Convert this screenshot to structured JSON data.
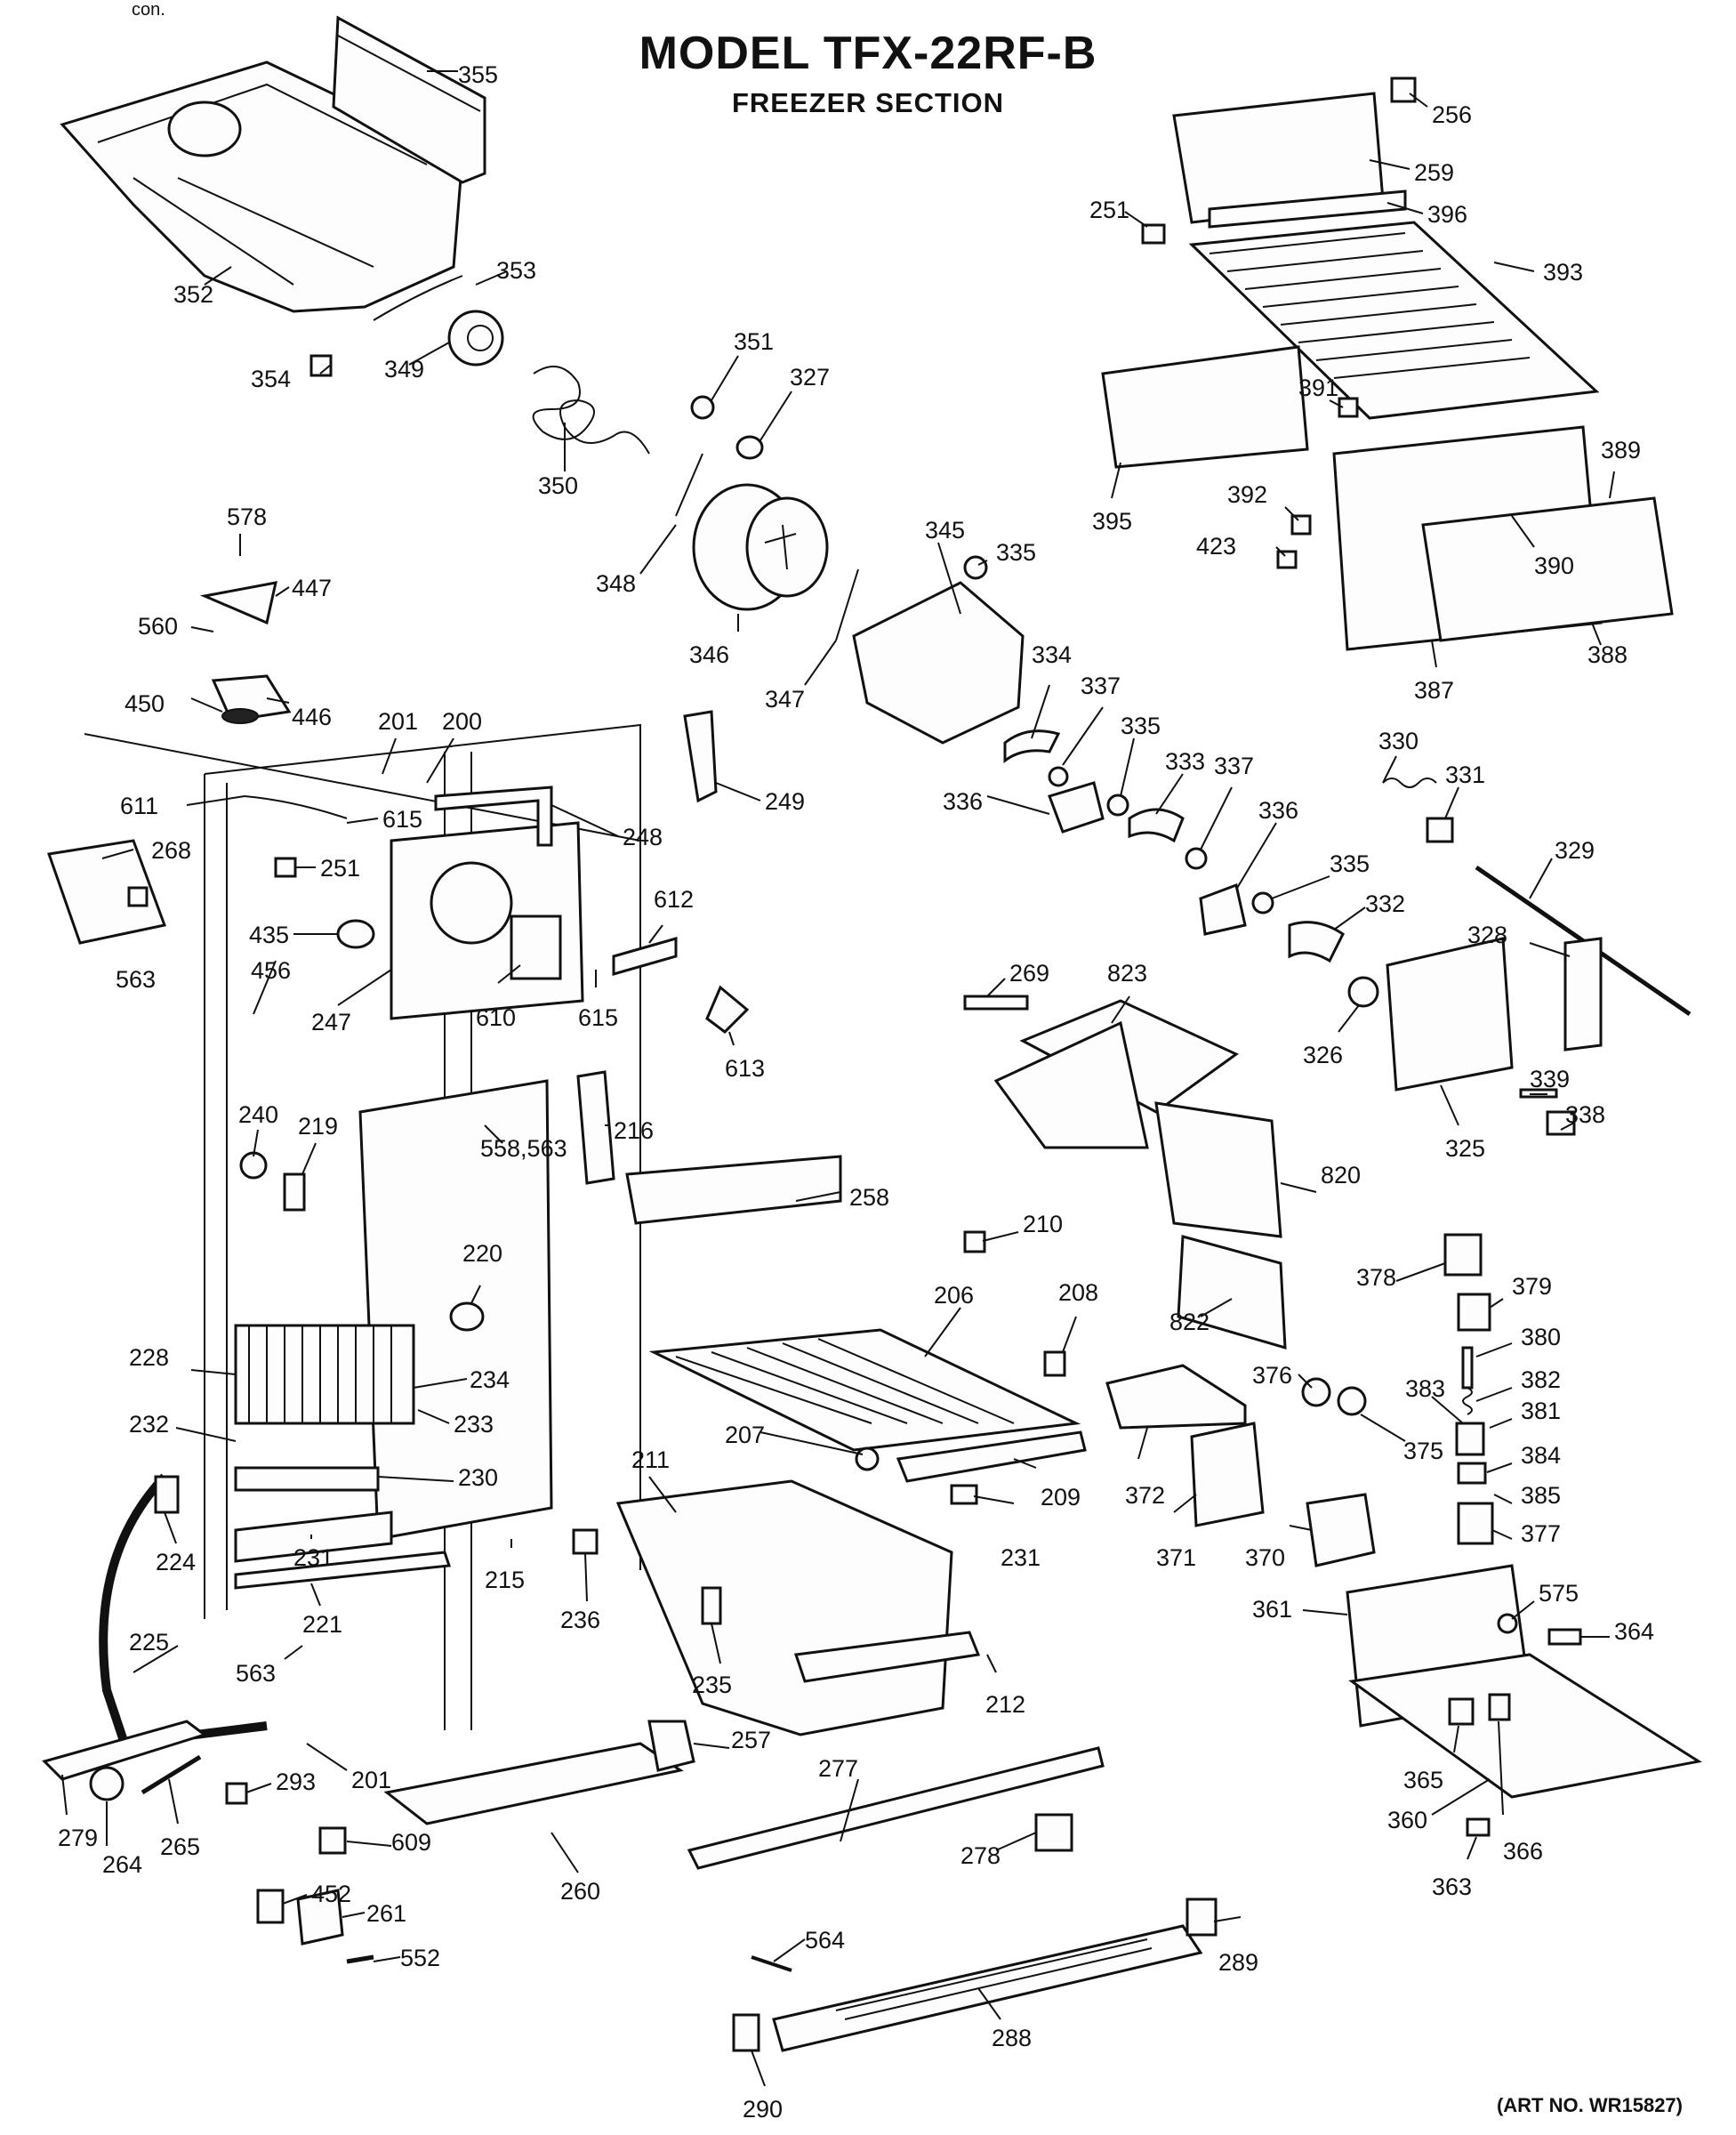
{
  "header": {
    "corner_left": "con.",
    "title": "MODEL TFX-22RF-B",
    "subtitle": "FREEZER SECTION"
  },
  "footer": {
    "art_no": "(ART NO. WR15827)"
  },
  "callouts": [
    "355",
    "352",
    "353",
    "354",
    "349",
    "350",
    "351",
    "327",
    "348",
    "346",
    "347",
    "345",
    "335",
    "256",
    "259",
    "251",
    "396",
    "393",
    "391",
    "395",
    "392",
    "423",
    "389",
    "390",
    "387",
    "388",
    "578",
    "447",
    "560",
    "446",
    "450",
    "201",
    "200",
    "611",
    "615",
    "268",
    "563",
    "251",
    "435",
    "456",
    "247",
    "610",
    "615",
    "612",
    "613",
    "248",
    "249",
    "334",
    "337",
    "336",
    "335",
    "333",
    "337",
    "336",
    "335",
    "332",
    "330",
    "331",
    "329",
    "328",
    "326",
    "325",
    "339",
    "338",
    "269",
    "823",
    "820",
    "822",
    "240",
    "219",
    "558,563",
    "216",
    "258",
    "220",
    "228",
    "234",
    "233",
    "232",
    "230",
    "224",
    "231",
    "215",
    "221",
    "225",
    "563",
    "236",
    "210",
    "208",
    "206",
    "207",
    "209",
    "231",
    "211",
    "235",
    "212",
    "372",
    "376",
    "375",
    "371",
    "370",
    "378",
    "379",
    "380",
    "383",
    "382",
    "381",
    "384",
    "385",
    "377",
    "361",
    "575",
    "364",
    "365",
    "366",
    "360",
    "363",
    "257",
    "277",
    "278",
    "279",
    "264",
    "265",
    "293",
    "201",
    "609",
    "452",
    "261",
    "552",
    "260",
    "564",
    "289",
    "288",
    "290"
  ]
}
